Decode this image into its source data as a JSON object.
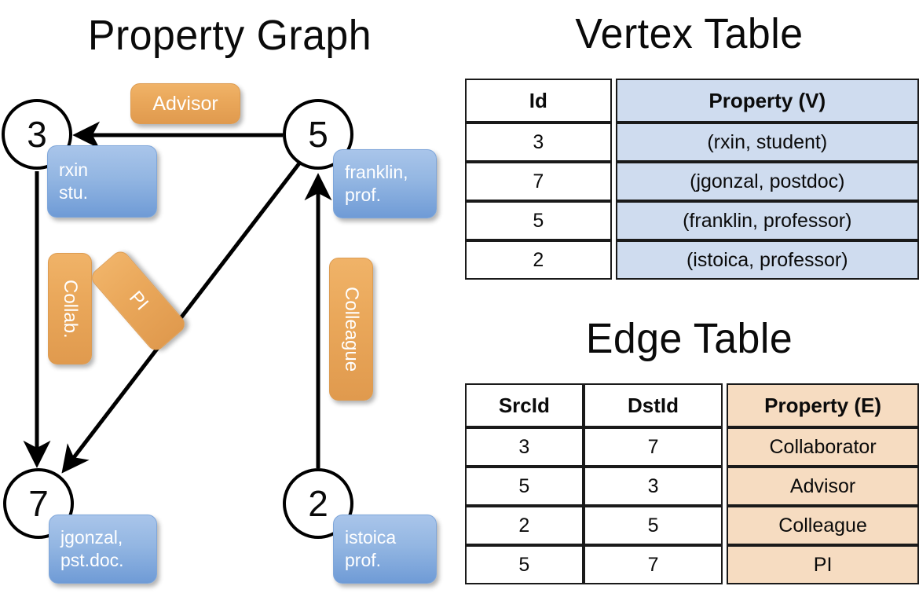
{
  "titles": {
    "property_graph": "Property Graph",
    "vertex_table": "Vertex Table",
    "edge_table": "Edge Table"
  },
  "graph": {
    "nodes": [
      {
        "id": "3",
        "label": "3",
        "property_line1": "rxin",
        "property_line2": "stu."
      },
      {
        "id": "5",
        "label": "5",
        "property_line1": "franklin,",
        "property_line2": "prof."
      },
      {
        "id": "7",
        "label": "7",
        "property_line1": "jgonzal,",
        "property_line2": "pst.doc."
      },
      {
        "id": "2",
        "label": "2",
        "property_line1": "istoica",
        "property_line2": "prof."
      }
    ],
    "edge_labels": {
      "advisor": "Advisor",
      "collab": "Collab.",
      "pi": "PI",
      "colleague": "Colleague"
    }
  },
  "vertex_table": {
    "headers": [
      "Id",
      "Property (V)"
    ],
    "rows": [
      {
        "id": "3",
        "property": "(rxin, student)"
      },
      {
        "id": "7",
        "property": "(jgonzal, postdoc)"
      },
      {
        "id": "5",
        "property": "(franklin, professor)"
      },
      {
        "id": "2",
        "property": "(istoica, professor)"
      }
    ]
  },
  "edge_table": {
    "headers": [
      "SrcId",
      "DstId",
      "Property (E)"
    ],
    "rows": [
      {
        "src": "3",
        "dst": "7",
        "property": "Collaborator"
      },
      {
        "src": "5",
        "dst": "3",
        "property": "Advisor"
      },
      {
        "src": "2",
        "dst": "5",
        "property": "Colleague"
      },
      {
        "src": "5",
        "dst": "7",
        "property": "PI"
      }
    ]
  },
  "colors": {
    "vertex_chip": "#93b6e2",
    "edge_chip": "#eaa85b",
    "vertex_table_cell": "#cfdcef",
    "edge_table_cell": "#f6dcc1",
    "stroke": "#000000"
  }
}
